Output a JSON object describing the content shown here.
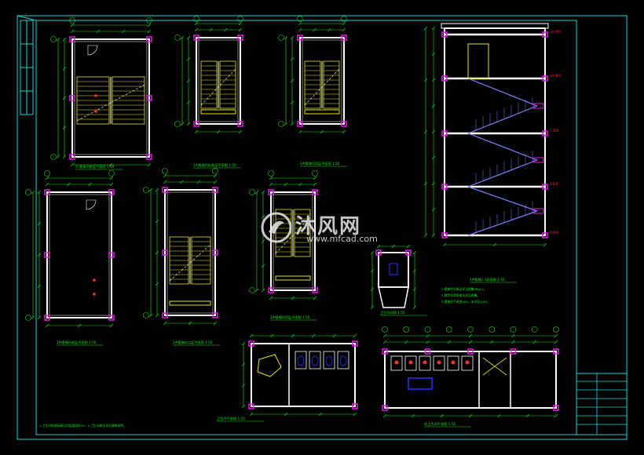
{
  "drawing": {
    "background": "#000000",
    "frame_color": "#19d4d4",
    "wall_color": "#ffffff",
    "dim_color": "#19e619",
    "column_color": "#e619e6",
    "stair_color": "#e6e619",
    "rail_color": "#8080ff",
    "accent_red": "#ff3030",
    "accent_blue": "#3030ff"
  },
  "watermark": {
    "brand_cn": "沐风网",
    "url": "www.mfcad.com",
    "logo_icon": "mufeng-logo-icon"
  },
  "views": [
    {
      "id": "v1",
      "caption": "①  楼梯间底层平面图  1:50"
    },
    {
      "id": "v2",
      "caption": "1#楼梯间标准层平面图  1:50"
    },
    {
      "id": "v3",
      "caption": "1#楼梯间顶层平面图  1:50"
    },
    {
      "id": "v4",
      "caption": "2#楼梯间底层平面图  1:50"
    },
    {
      "id": "v5",
      "caption": "2#楼梯间二层平面图  1:50"
    },
    {
      "id": "v6",
      "caption": "2#楼梯间顶层平面图  1:50"
    },
    {
      "id": "v7",
      "caption": "卫生间详图  1:50"
    },
    {
      "id": "v8",
      "caption": "1#楼梯1-1剖面图  1:50"
    },
    {
      "id": "v9",
      "caption": "卫生间平面图  1:50"
    },
    {
      "id": "v10",
      "caption": "男卫生间平面图  1:50"
    }
  ],
  "levels": [
    "0.000",
    "3.600",
    "7.200",
    "10.800",
    "14.400"
  ],
  "notes": {
    "section_notes": [
      "1.楼梯栏杆做法详见图集98J8-1。",
      "2.踏步防滑条做法详见图集。",
      "3.楼梯扶手高度900，水平段1050。"
    ],
    "bottom_note": "1.卫生间地面标高比同层楼面低20。2.卫生间做法详见建筑说明。"
  },
  "title_block": {
    "rows": [
      "",
      "",
      "",
      "",
      "",
      ""
    ]
  }
}
